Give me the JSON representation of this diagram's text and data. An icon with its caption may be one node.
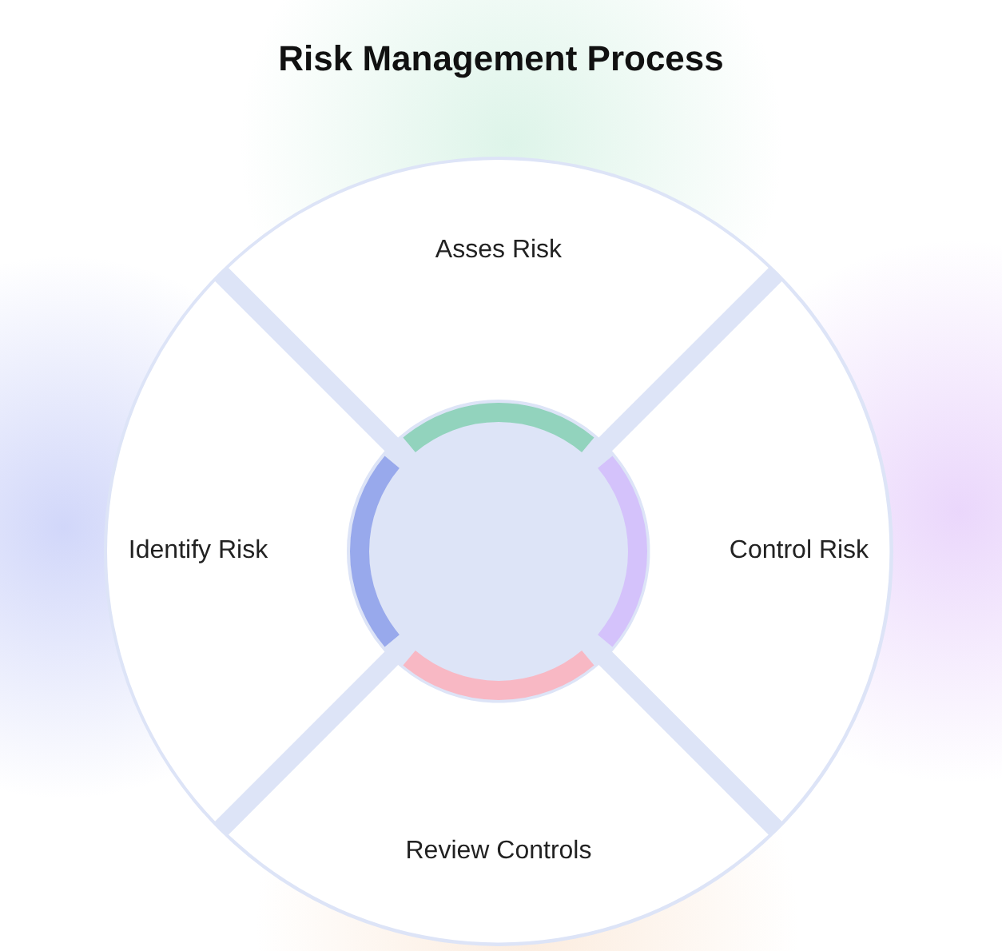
{
  "diagram": {
    "title": "Risk Management Process",
    "nodes": [
      {
        "text": [
          "Asses Risk"
        ]
      },
      {
        "text": [
          "Identify Risk"
        ]
      },
      {
        "text": [
          "Control Risk"
        ]
      },
      {
        "text": [
          "Review Controls"
        ]
      }
    ]
  }
}
